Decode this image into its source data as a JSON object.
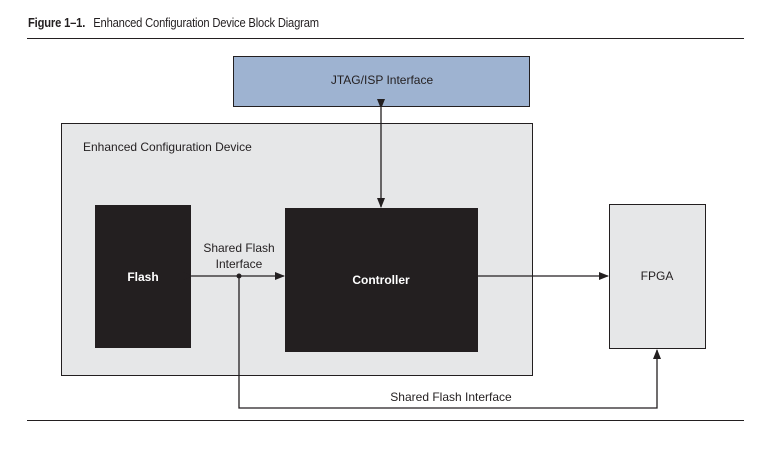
{
  "caption": {
    "number": "Figure 1–1.",
    "title": "Enhanced Configuration Device Block Diagram"
  },
  "blocks": {
    "jtag": {
      "label": "JTAG/ISP Interface",
      "fill": "#9eb3d1"
    },
    "device": {
      "label": "Enhanced Configuration Device",
      "fill": "#e6e7e8"
    },
    "flash": {
      "label": "Flash",
      "fill": "#231f20"
    },
    "controller": {
      "label": "Controller",
      "fill": "#231f20"
    },
    "fpga": {
      "label": "FPGA",
      "fill": "#e6e7e8"
    }
  },
  "connections": {
    "flash_controller": {
      "label_line1": "Shared Flash",
      "label_line2": "Interface",
      "type": "bidirectional"
    },
    "jtag_controller": {
      "type": "bidirectional"
    },
    "controller_fpga": {
      "type": "bidirectional"
    },
    "flash_fpga": {
      "label": "Shared Flash Interface",
      "type": "unidirectional"
    }
  }
}
